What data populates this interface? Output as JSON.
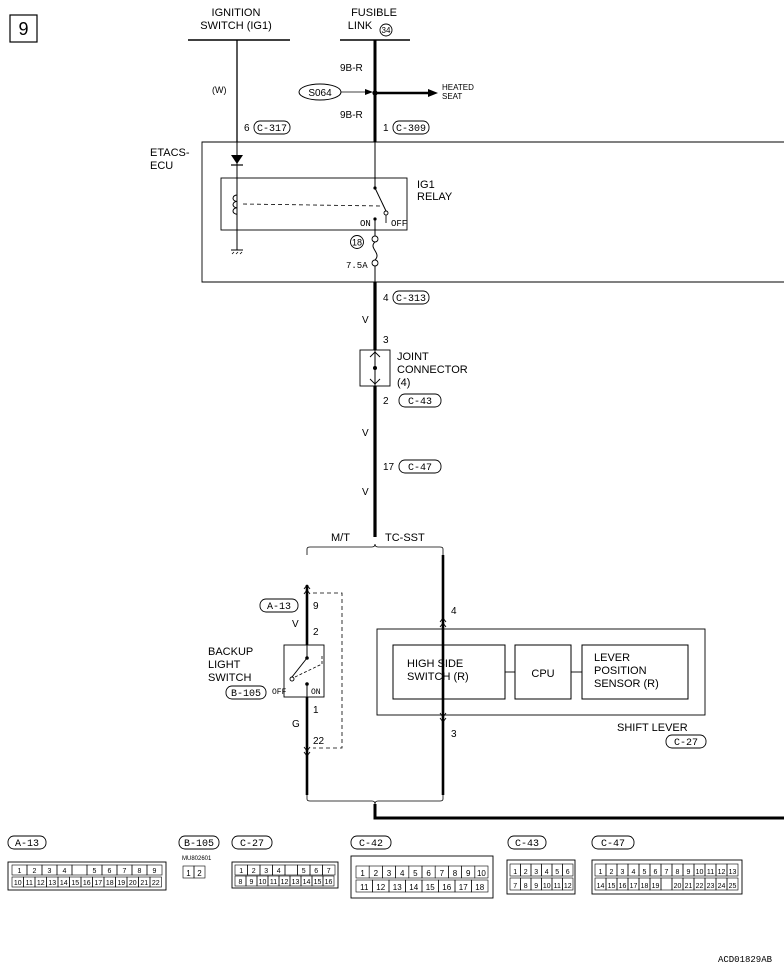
{
  "page_number": "9",
  "top_labels": {
    "ignition_line1": "IGNITION",
    "ignition_line2": "SWITCH (IG1)",
    "fusible_line1": "FUSIBLE",
    "fusible_line2": "LINK",
    "fusible_num": "34"
  },
  "wires": {
    "w": "(W)",
    "b9_upper": "9B-R",
    "b9_lower": "9B-R",
    "v1": "V",
    "v2": "V",
    "v3": "V",
    "v_mt": "V",
    "g_mt": "G"
  },
  "splice": {
    "id": "S064",
    "heated_1": "HEATED",
    "heated_2": "SEAT"
  },
  "pins": {
    "p6": "6",
    "p1": "1",
    "p4": "4",
    "p3": "3",
    "p2": "2",
    "p17": "17",
    "mt9": "9",
    "mt2": "2",
    "mt1": "1",
    "mt22": "22",
    "tc4": "4",
    "tc3": "3"
  },
  "connectors": {
    "c317": "C-317",
    "c309": "C-309",
    "c313": "C-313",
    "c43": "C-43",
    "c47": "C-47",
    "a13": "A-13",
    "b105": "B-105",
    "c27": "C-27"
  },
  "etacs": {
    "line1": "ETACS-",
    "line2": "ECU",
    "relay1": "IG1",
    "relay2": "RELAY",
    "on": "ON",
    "off": "OFF"
  },
  "fuse": {
    "num": "18",
    "rating": "7.5A"
  },
  "joint": {
    "line1": "JOINT",
    "line2": "CONNECTOR",
    "line3": "(4)"
  },
  "branches": {
    "mt": "M/T",
    "tcsst": "TC-SST"
  },
  "backup": {
    "line1": "BACKUP",
    "line2": "LIGHT",
    "line3": "SWITCH",
    "off": "OFF",
    "on": "ON"
  },
  "shift": {
    "hs1": "HIGH SIDE",
    "hs2": "SWITCH (R)",
    "cpu": "CPU",
    "lp1": "LEVER",
    "lp2": "POSITION",
    "lp3": "SENSOR (R)",
    "label": "SHIFT LEVER"
  },
  "bottom_connectors": {
    "a13": "A-13",
    "b105": "B-105",
    "b105_part": "MU802601",
    "c27": "C-27",
    "c42": "C-42",
    "c43": "C-43",
    "c47": "C-47"
  },
  "pinmaps": {
    "a13_row1": [
      "1",
      "2",
      "3",
      "4",
      "",
      "5",
      "6",
      "7",
      "8",
      "9"
    ],
    "a13_row2": [
      "10",
      "11",
      "12",
      "13",
      "14",
      "15",
      "16",
      "17",
      "18",
      "19",
      "20",
      "21",
      "22"
    ],
    "b105": [
      "1",
      "2"
    ],
    "c27_row1": [
      "1",
      "2",
      "3",
      "4",
      "",
      "5",
      "6",
      "7"
    ],
    "c27_row2": [
      "8",
      "9",
      "10",
      "11",
      "12",
      "13",
      "14",
      "15",
      "16"
    ],
    "c42_row1": [
      "1",
      "2",
      "3",
      "4",
      "5",
      "6",
      "7",
      "8",
      "9",
      "10"
    ],
    "c42_row2": [
      "11",
      "12",
      "13",
      "14",
      "15",
      "16",
      "17",
      "18"
    ],
    "c43_row1": [
      "1",
      "2",
      "3",
      "4",
      "5",
      "6"
    ],
    "c43_row2": [
      "7",
      "8",
      "9",
      "10",
      "11",
      "12"
    ],
    "c47_row1": [
      "1",
      "2",
      "3",
      "4",
      "5",
      "6",
      "7",
      "8",
      "9",
      "10",
      "11",
      "12",
      "13"
    ],
    "c47_row2": [
      "14",
      "15",
      "16",
      "17",
      "18",
      "19",
      "",
      "20",
      "21",
      "22",
      "23",
      "24",
      "25"
    ]
  },
  "doc_id": "ACD01829AB"
}
